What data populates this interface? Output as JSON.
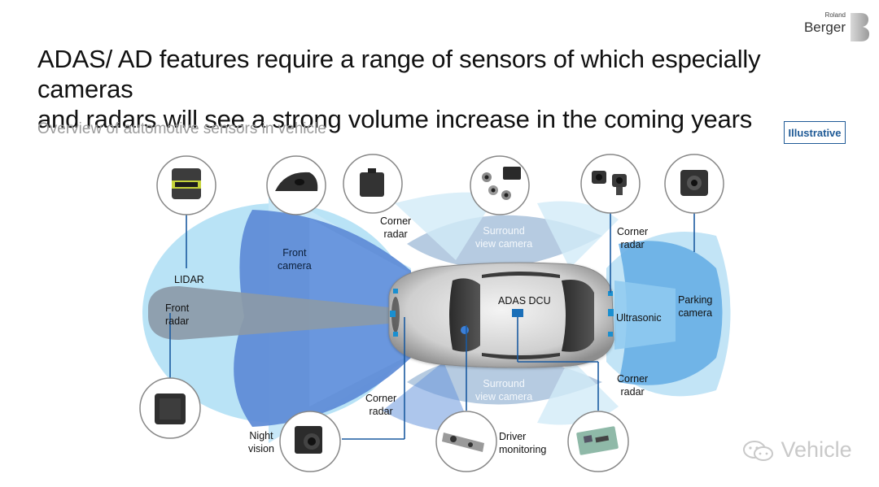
{
  "header": {
    "title_line1": "ADAS/ AD features require a range of sensors of which especially cameras",
    "title_line2": "and radars will see a strong volume increase in the coming years",
    "subtitle": "Overview of automotive sensors in vehicle",
    "badge": "Illustrative",
    "logo_small": "Roland",
    "logo_large": "Berger"
  },
  "labels": {
    "lidar": "LIDAR",
    "front_radar": "Front\nradar",
    "front_camera": "Front\ncamera",
    "corner_radar_tl": "Corner\nradar",
    "surround_top": "Surround\nview camera",
    "corner_radar_tr": "Corner\nradar",
    "parking_camera": "Parking\ncamera",
    "ultrasonic": "Ultrasonic",
    "adas_dcu": "ADAS DCU",
    "surround_bottom": "Surround\nview camera",
    "corner_radar_br": "Corner\nradar",
    "corner_radar_bl": "Corner\nradar",
    "night_vision": "Night\nvision",
    "driver_monitoring": "Driver\nmonitoring"
  },
  "colors": {
    "light_blue": "#b9e0f5",
    "mid_blue": "#5b8fd6",
    "radar_grey": "#8a98a6",
    "accent": "#1a8fd0",
    "title": "#111111",
    "subtitle": "#9b9b9b"
  },
  "icons": {
    "lidar": "lidar-sensor-icon",
    "front_camera": "front-camera-module-icon",
    "corner_radar": "radar-module-icon",
    "surround_cameras": "surround-camera-set-icon",
    "corner_camera": "corner-camera-pair-icon",
    "parking_camera": "parking-camera-icon",
    "front_radar": "front-radar-module-icon",
    "night_vision": "night-vision-camera-icon",
    "driver_monitoring": "driver-monitoring-camera-icon",
    "ecu": "ecu-board-icon"
  },
  "watermark": "Vehicle"
}
